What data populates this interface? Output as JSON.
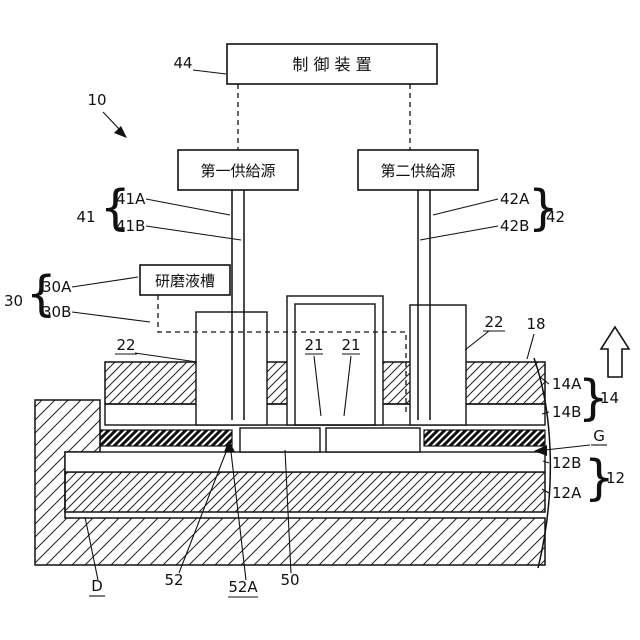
{
  "colors": {
    "line": "#111111",
    "background": "#ffffff"
  },
  "boxes": {
    "control": "制 御 装 置",
    "supply1": "第一供給源",
    "supply2": "第二供給源",
    "tank": "研磨液槽"
  },
  "refs": {
    "n10": "10",
    "n44": "44",
    "n41": "41",
    "n41A": "41A",
    "n41B": "41B",
    "n42": "42",
    "n42A": "42A",
    "n42B": "42B",
    "n30": "30",
    "n30A": "30A",
    "n30B": "30B",
    "n22_left": "22",
    "n21_a": "21",
    "n21_b": "21",
    "n22_right": "22",
    "n18": "18",
    "n14": "14",
    "n14A": "14A",
    "n14B": "14B",
    "nG": "G",
    "n12": "12",
    "n12A": "12A",
    "n12B": "12B",
    "nD": "D",
    "n52": "52",
    "n52A": "52A",
    "n50": "50"
  },
  "glyphs": {
    "brace_open": "{",
    "brace_close": "}"
  }
}
